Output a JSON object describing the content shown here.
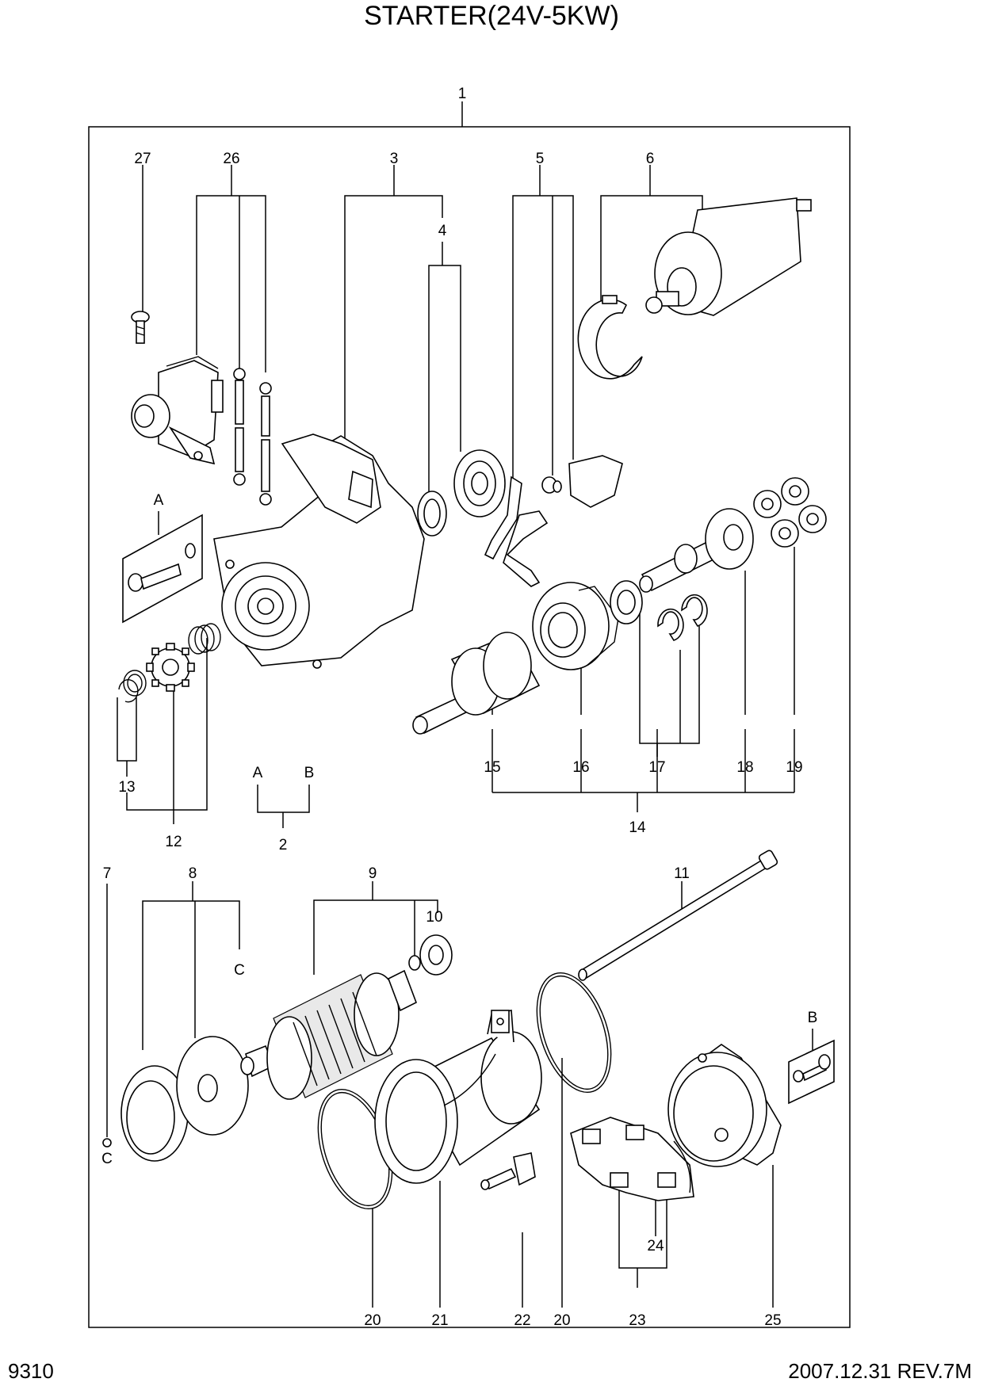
{
  "title": "STARTER(24V-5KW)",
  "footer": {
    "page_number": "9310",
    "revision": "2007.12.31  REV.7M"
  },
  "callouts": {
    "c1": "1",
    "c2": "2",
    "c3": "3",
    "c4": "4",
    "c5": "5",
    "c6": "6",
    "c7": "7",
    "c8": "8",
    "c9": "9",
    "c10": "10",
    "c11": "11",
    "c12": "12",
    "c13": "13",
    "c14": "14",
    "c15": "15",
    "c16": "16",
    "c17": "17",
    "c18": "18",
    "c19": "19",
    "c20a": "20",
    "c20b": "20",
    "c21": "21",
    "c22": "22",
    "c23": "23",
    "c24": "24",
    "c25": "25",
    "c26": "26",
    "c27": "27"
  },
  "refs": {
    "a_detail": "A",
    "b_detail": "B",
    "a_group": "A",
    "b_group": "B",
    "c_top": "C",
    "c_bottom": "C"
  }
}
